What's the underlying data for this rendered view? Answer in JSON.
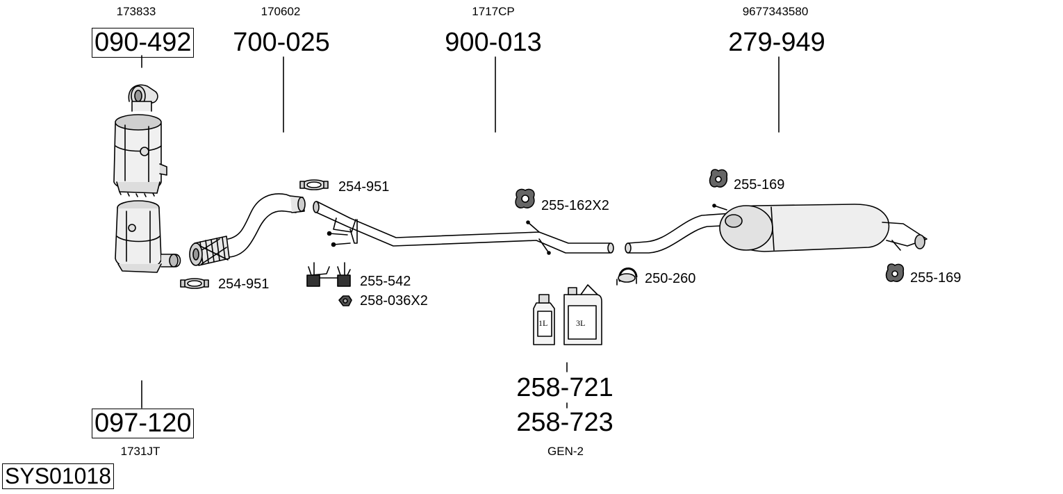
{
  "diagram": {
    "system_code": "SYS01018",
    "groups": [
      {
        "oem": "173833",
        "part": "090-492"
      },
      {
        "oem": "170602",
        "part": "700-025"
      },
      {
        "oem": "1717CP",
        "part": "900-013"
      },
      {
        "oem": "9677343580",
        "part": "279-949"
      }
    ],
    "lower_left": {
      "part": "097-120",
      "oem": "1731JT"
    },
    "paste": {
      "part1": "258-721",
      "part2": "258-723",
      "oem": "GEN-2",
      "can_small_label": "1L",
      "can_large_label": "3L"
    },
    "small_parts": {
      "clamp_upper": "254-951",
      "clamp_lower": "254-951",
      "bracket": "255-542",
      "nut": "258-036X2",
      "rubber_mid": "255-162X2",
      "rubber_top_right": "255-169",
      "clamp_u": "250-260",
      "rubber_right": "255-169"
    }
  }
}
